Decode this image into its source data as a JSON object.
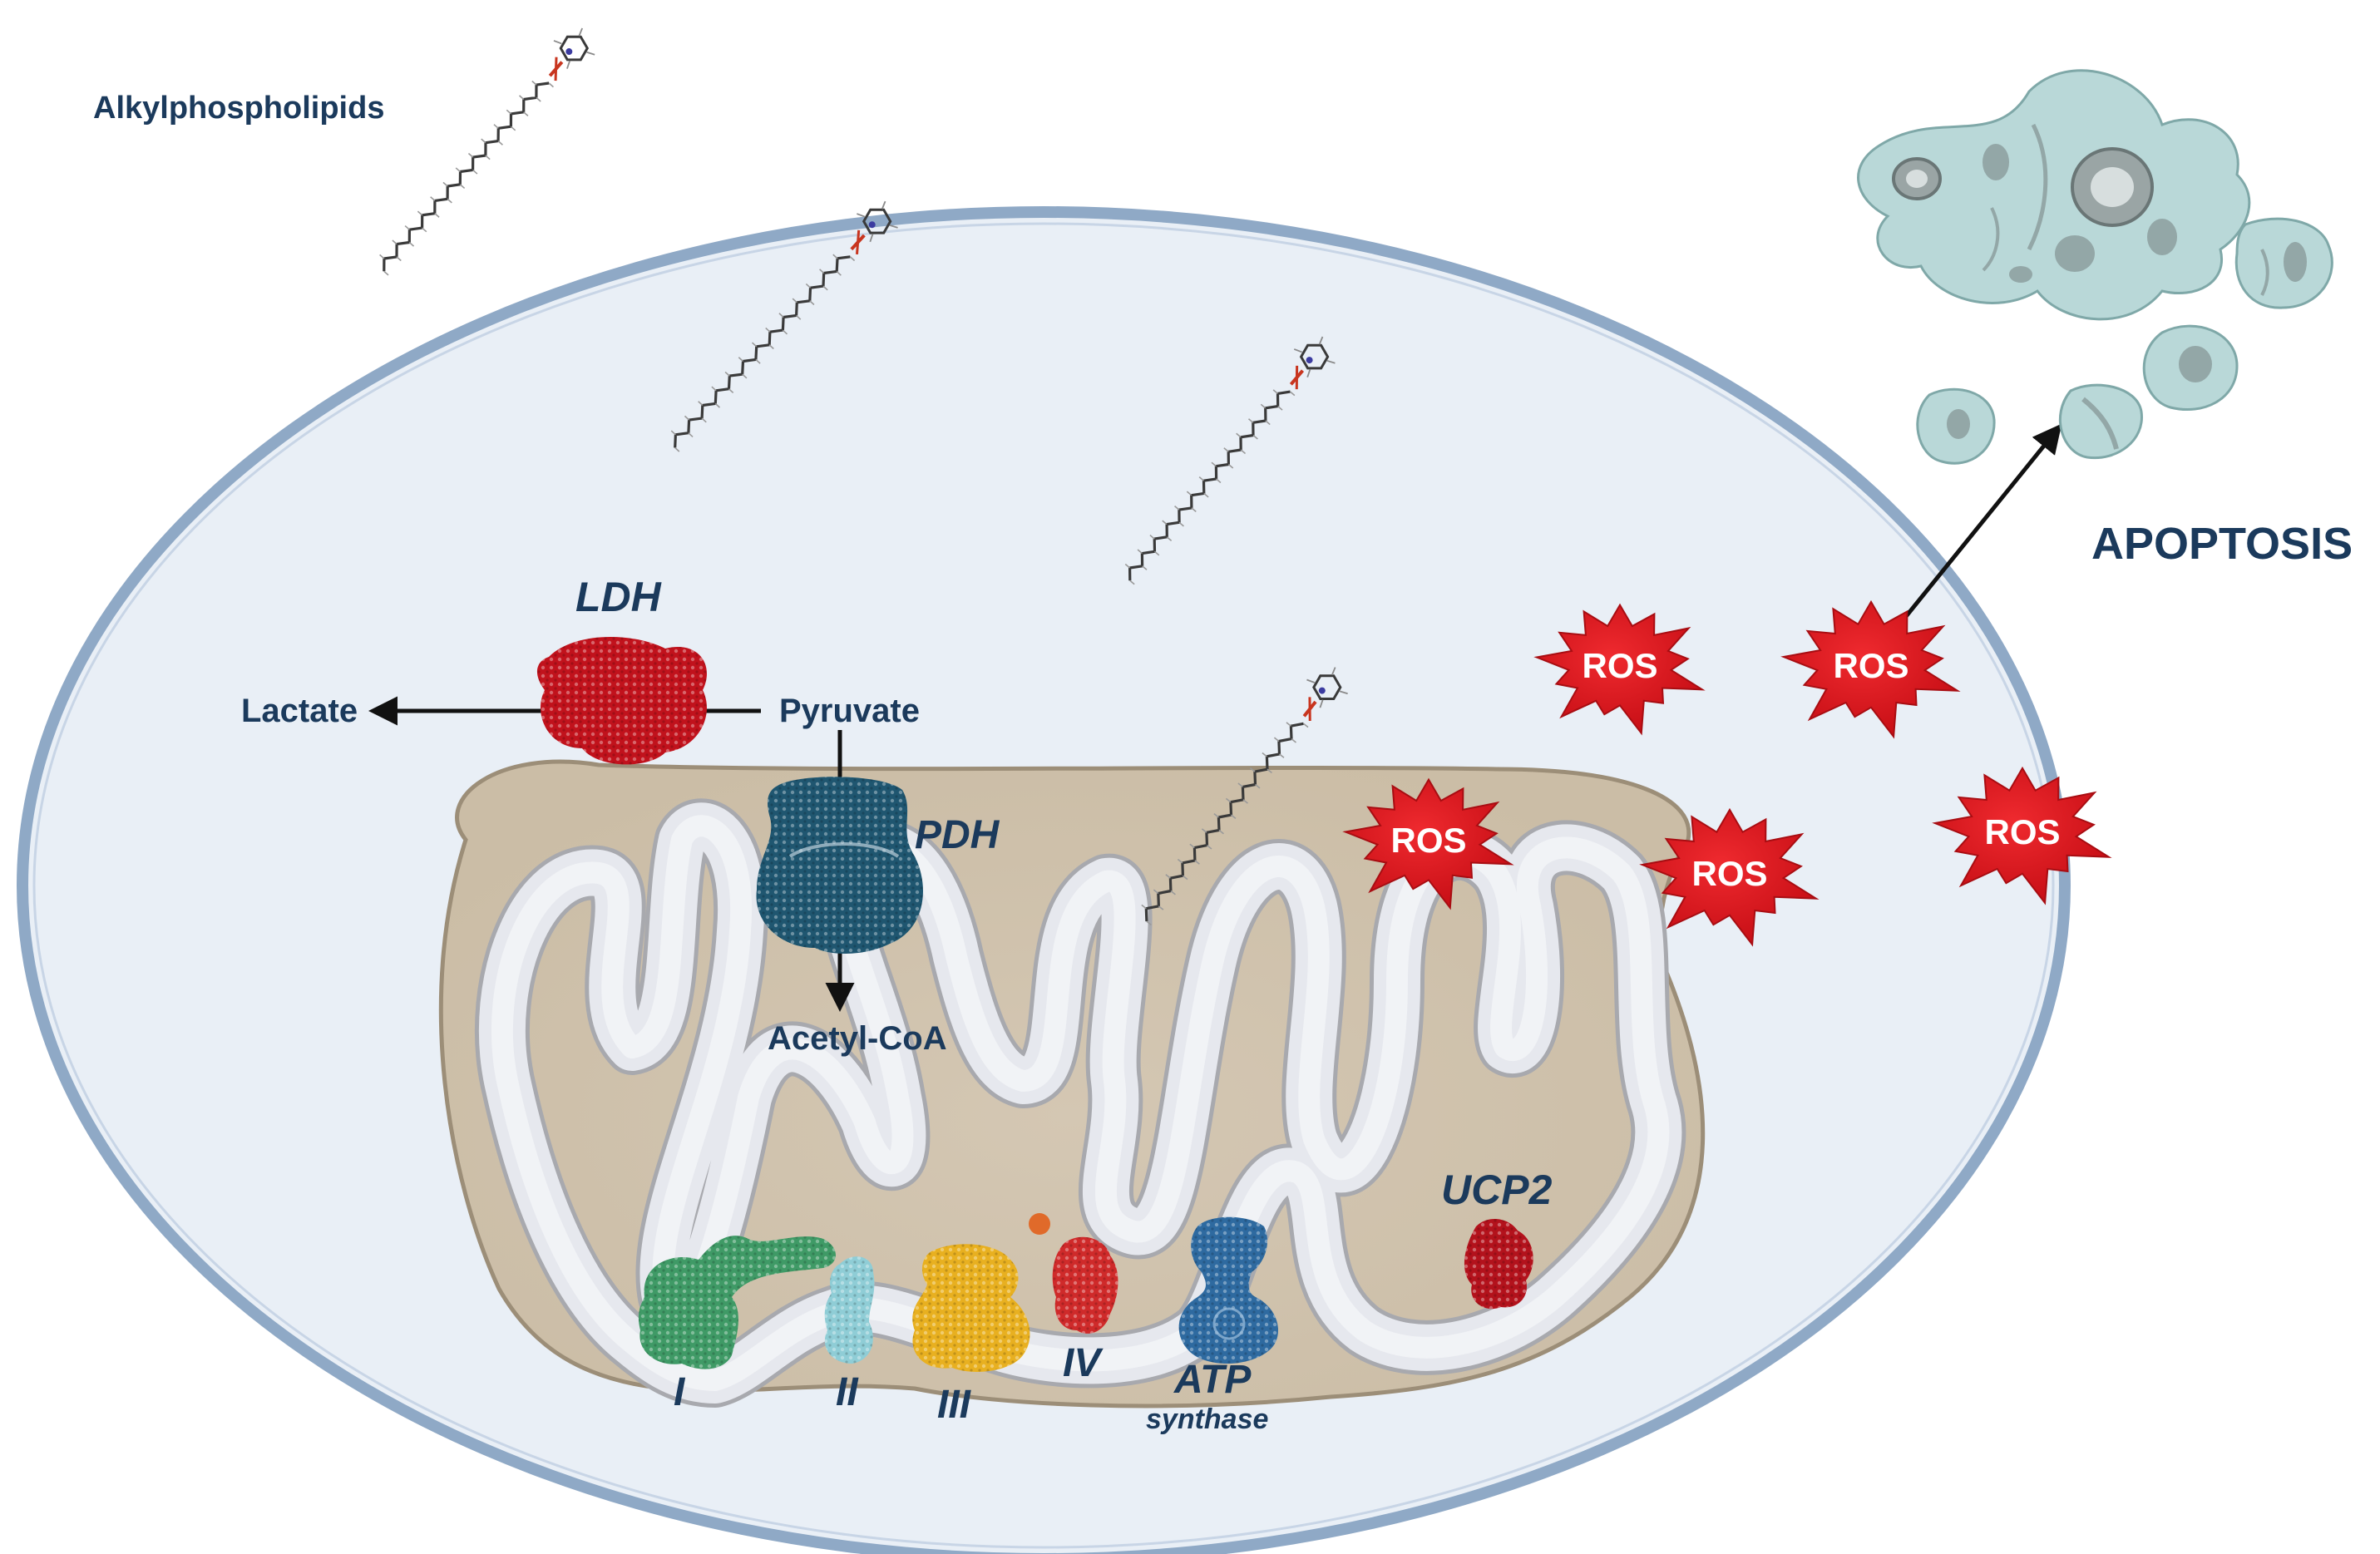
{
  "labels": {
    "drug": "Alkylphospholipids",
    "apoptosis": "APOPTOSIS",
    "ldh": "LDH",
    "pdh": "PDH",
    "lactate": "Lactate",
    "pyruvate": "Pyruvate",
    "acetyl_coa": "Acetyl-CoA",
    "ucp2": "UCP2",
    "complex_1": "I",
    "complex_2": "II",
    "complex_3": "III",
    "complex_4": "IV",
    "atp": "ATP",
    "atp_sub": "synthase"
  },
  "ros": {
    "label": "ROS",
    "count": 5
  },
  "colors": {
    "label": "#1b3a5c",
    "cell_fill": "#e9eff6",
    "cell_border": "#8fa9c6",
    "mito_outer": "#d9cfc1",
    "cristae": "#e4e7ed",
    "ros": "#d8141c",
    "ldh": "#c1121c",
    "pdh": "#1f5670",
    "complex_1": "#3f9a66",
    "complex_2": "#8fcdd6",
    "complex_3": "#e8b020",
    "complex_4": "#cf2a2a",
    "atp_synthase": "#2e6aa0",
    "ucp2": "#b3121c",
    "apoptotic_cell": "#b9d8d8"
  }
}
